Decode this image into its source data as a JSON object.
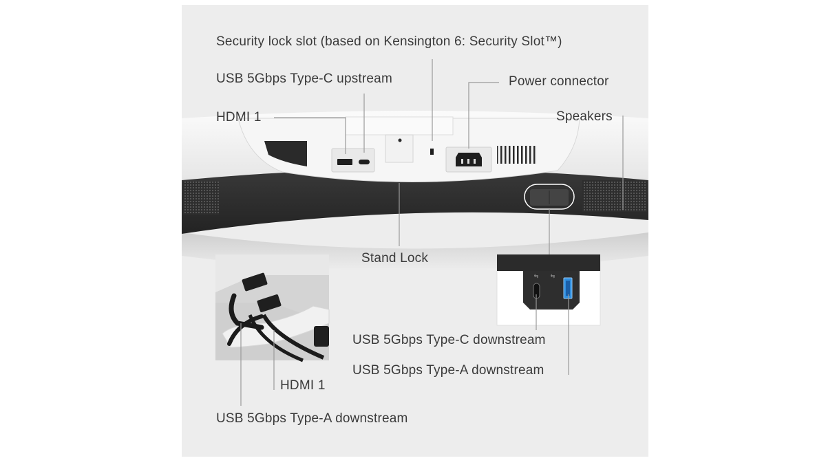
{
  "labels": {
    "security_lock": "Security lock slot (based on Kensington 6: Security Slot™)",
    "usbc_upstream": "USB 5Gbps Type-C upstream",
    "power_connector": "Power connector",
    "hdmi_top": "HDMI 1",
    "speakers": "Speakers",
    "stand_lock": "Stand Lock",
    "usbc_downstream": "USB 5Gbps Type-C downstream",
    "usba_downstream_right": "USB 5Gbps Type-A downstream",
    "hdmi_bottom": "HDMI 1",
    "usba_downstream_left": "USB 5Gbps Type-A downstream"
  },
  "colors": {
    "panel_background": "#ededed",
    "monitor_white": "#f4f4f4",
    "monitor_dark": "#2b2b2b",
    "leader_line": "#9a9a9a",
    "usb_a_port_blue": "#2f8fe0",
    "label_text": "#3a3a3a"
  }
}
